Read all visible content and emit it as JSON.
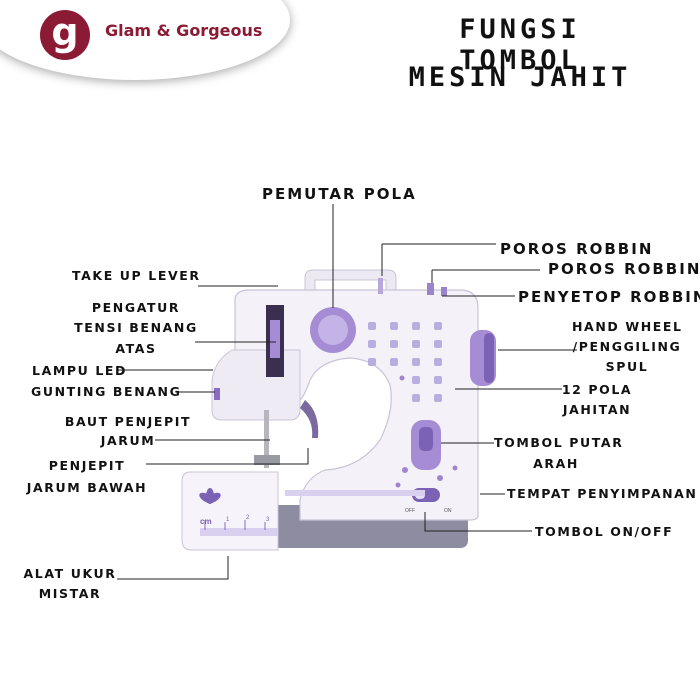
{
  "brand": {
    "logo_letter": "g",
    "name": "Glam & Gorgeous",
    "color": "#8b1a34"
  },
  "title": {
    "line1": "FUNGSI TOMBOL",
    "line2": "MESIN JAHIT"
  },
  "labels": {
    "pemutar_pola": "PEMUTAR POLA",
    "poros_robbin_1": "POROS ROBBIN",
    "poros_robbin_2": "POROS ROBBIN",
    "penyetop_robbin": "PENYETOP ROBBIN",
    "take_up_lever": "TAKE UP LEVER",
    "pengatur_1": "PENGATUR",
    "pengatur_2": "TENSI BENANG",
    "pengatur_3": "ATAS",
    "lampu_led": "LAMPU LED",
    "gunting_benang": "GUNTING BENANG",
    "hand_wheel_1": "HAND WHEEL",
    "hand_wheel_2": "/PENGGILING",
    "hand_wheel_3": "SPUL",
    "pola_1": "12 POLA",
    "pola_2": "JAHITAN",
    "baut_1": "BAUT PENJEPIT",
    "baut_2": "JARUM",
    "penjepit_1": "PENJEPIT",
    "penjepit_2": "JARUM BAWAH",
    "tombol_putar_1": "TOMBOL PUTAR",
    "tombol_putar_2": "ARAH",
    "tempat_penyimpanan": "TEMPAT PENYIMPANAN",
    "tombol_onoff": "TOMBOL ON/OFF",
    "alat_ukur_1": "ALAT UKUR",
    "alat_ukur_2": "MISTAR"
  },
  "machine": {
    "ruler_unit": "cm",
    "ruler_ticks": [
      "1",
      "2",
      "3"
    ],
    "switch_labels": {
      "off": "OFF",
      "on": "ON"
    }
  },
  "colors": {
    "accent": "#8a6bc4",
    "body": "#f4f2f8",
    "base": "#8e8ca0",
    "line": "#222222"
  }
}
